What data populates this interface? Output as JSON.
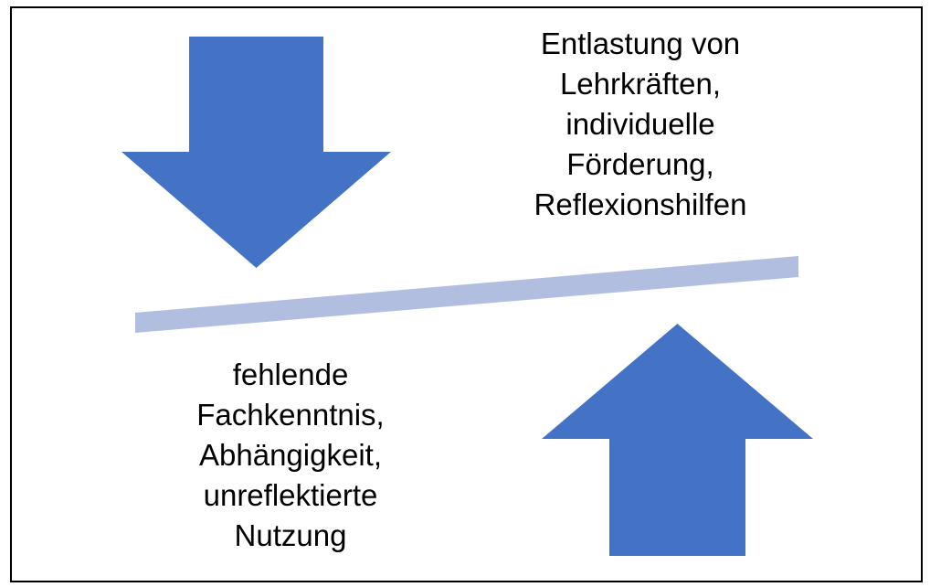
{
  "texts": {
    "pros": "Entlastung von\nLehrkräften,\nindividuelle\nFörderung,\nReflexionshilfen",
    "cons": "fehlende\nFachkenntnis,\nAbhängigkeit,\nunreflektierte\nNutzung"
  },
  "shapes": {
    "down_arrow": "down-arrow",
    "up_arrow": "up-arrow",
    "beam": "tilted-balance-beam"
  },
  "colors": {
    "arrow_blue": "#4472C4",
    "beam_light_blue": "#B2BEE0",
    "border": "#000000",
    "text": "#000000"
  }
}
